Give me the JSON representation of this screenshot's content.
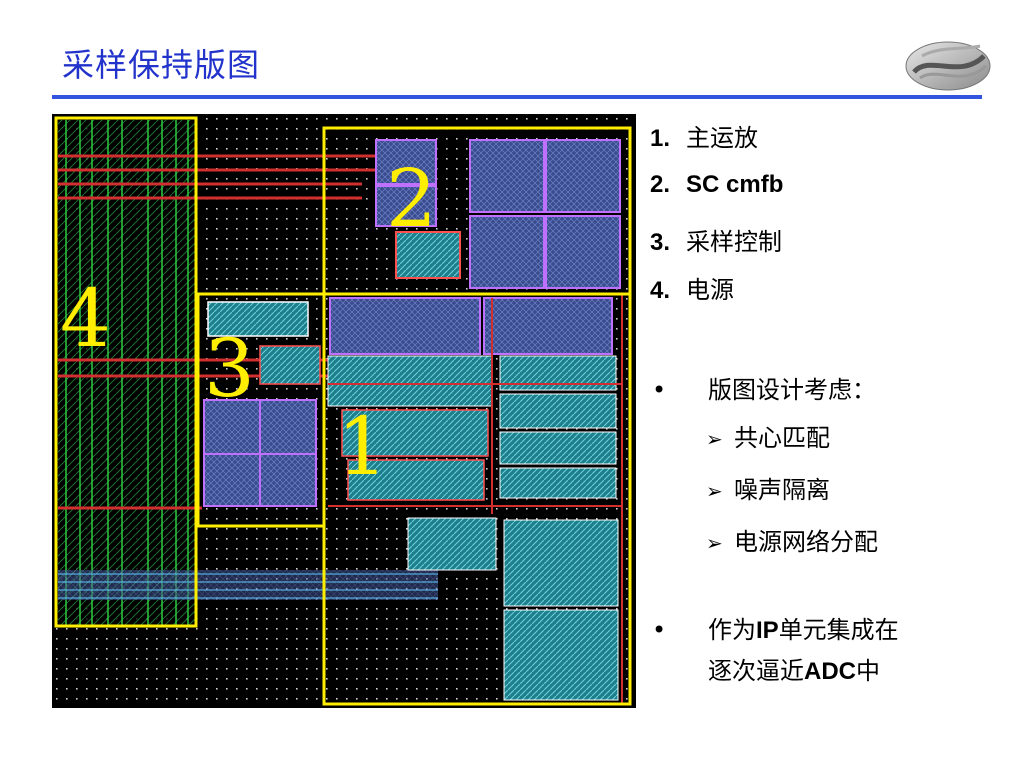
{
  "title": "采样保持版图",
  "colors": {
    "title": "#2233cc",
    "rule": "#3355dd",
    "highlight_box": "#ffee00",
    "background": "#000000"
  },
  "layout_labels": [
    "1",
    "2",
    "3",
    "4"
  ],
  "numbered_list": [
    {
      "num": "1.",
      "text": "主运放"
    },
    {
      "num": "2.",
      "text": "SC cmfb"
    },
    {
      "num": "3.",
      "text": "采样控制"
    },
    {
      "num": "4.",
      "text": "电源"
    }
  ],
  "bullet1": {
    "symbol": "•",
    "text": "版图设计考虑："
  },
  "sub_items": [
    {
      "symbol": "➢",
      "text": "共心匹配"
    },
    {
      "symbol": "➢",
      "text": "噪声隔离"
    },
    {
      "symbol": "➢",
      "text": "电源网络分配"
    }
  ],
  "bullet2": {
    "symbol": "•",
    "part1": "作为",
    "bold1": "IP",
    "part2": "单元集成在",
    "part3": "逐次逼近",
    "bold2": "ADC",
    "part4": "中"
  },
  "logo_icon": "institute-logo-icon"
}
